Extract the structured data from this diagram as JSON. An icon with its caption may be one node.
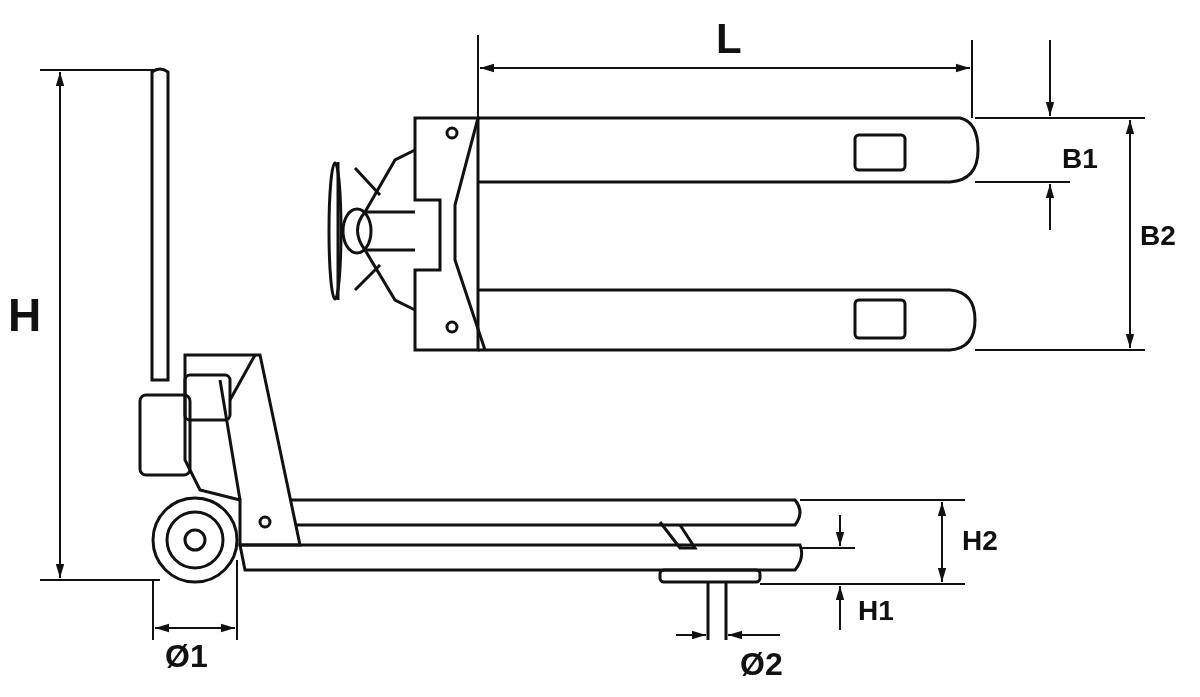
{
  "diagram": {
    "labels": [
      "L",
      "B1",
      "B2",
      "H",
      "H2",
      "H1",
      "Ø1",
      "Ø2"
    ]
  }
}
